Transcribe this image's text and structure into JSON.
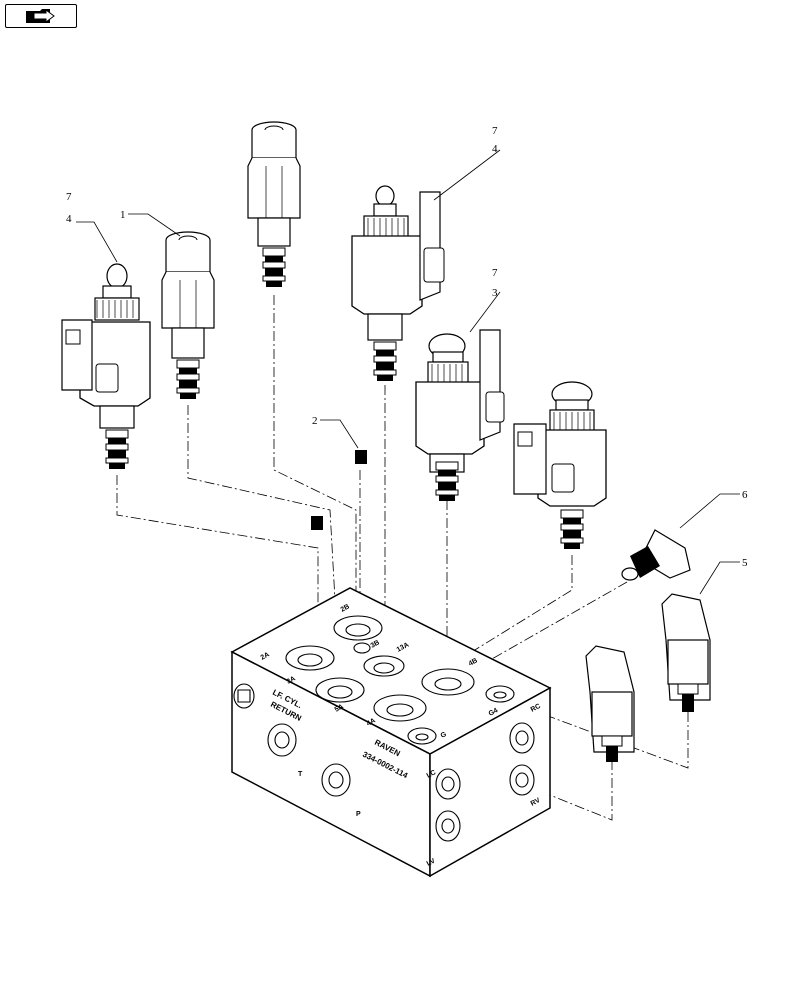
{
  "nav": {
    "icon": "arrow-folder-icon"
  },
  "callouts": [
    {
      "id": "c-1",
      "text": "1"
    },
    {
      "id": "c-2",
      "text": "2"
    },
    {
      "id": "c-3",
      "text": "3"
    },
    {
      "id": "c-4a",
      "text": "4"
    },
    {
      "id": "c-4b",
      "text": "4"
    },
    {
      "id": "c-5",
      "text": "5"
    },
    {
      "id": "c-6",
      "text": "6"
    },
    {
      "id": "c-7a",
      "text": "7"
    },
    {
      "id": "c-7b",
      "text": "7"
    },
    {
      "id": "c-7c",
      "text": "7"
    }
  ],
  "block": {
    "line1": "LF. CYL.",
    "line2": "RETURN",
    "maker": "RAVEN",
    "partno": "334-0002-114",
    "ports": {
      "p2a": "2A",
      "p2b": "2B",
      "p3a": "3A",
      "p3b": "3B",
      "p13a": "13A",
      "p4b": "4B",
      "p5a": "5A",
      "p4a": "4A",
      "pg": "G",
      "pg4": "G4",
      "rc": "RC",
      "rv": "RV",
      "lc": "LC",
      "lv": "LV",
      "t": "T",
      "p": "P"
    }
  }
}
